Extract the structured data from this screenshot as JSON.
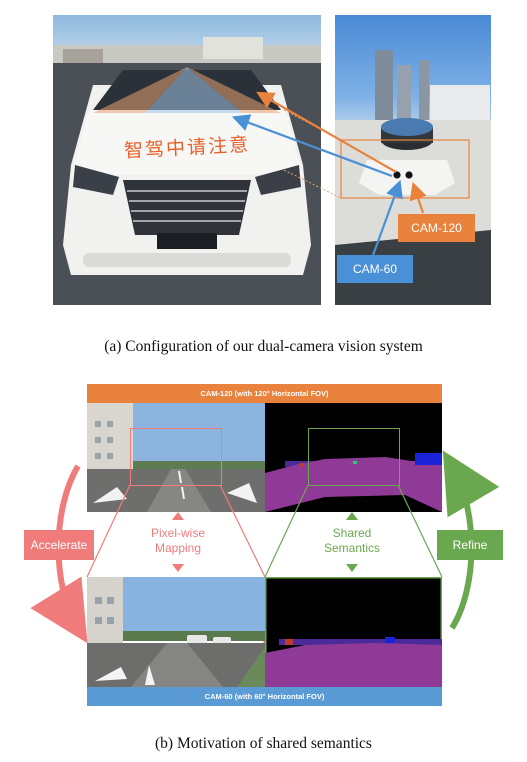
{
  "panel_a": {
    "car_plate_text": "智驾中请注意",
    "cam120_label": "CAM-120",
    "cam60_label": "CAM-60",
    "caption": "(a) Configuration of our dual-camera vision system",
    "colors": {
      "orange": "#e87a3c",
      "blue": "#4a90d6"
    }
  },
  "panel_b": {
    "top_bar": "CAM-120 (with 120° Horizontal FOV)",
    "bottom_bar": "CAM-60 (with 60° Horizontal FOV)",
    "left_label": "Accelerate",
    "right_label": "Refine",
    "pixel_mapping_line1": "Pixel-wise",
    "pixel_mapping_line2": "Mapping",
    "shared_line1": "Shared",
    "shared_line2": "Semantics",
    "caption": "(b) Motivation of shared semantics",
    "colors": {
      "orange": "#e8823c",
      "blue": "#5b9bd5",
      "pink": "#f07b7b",
      "green": "#6aa84f",
      "purple": "#8e44ad"
    }
  }
}
